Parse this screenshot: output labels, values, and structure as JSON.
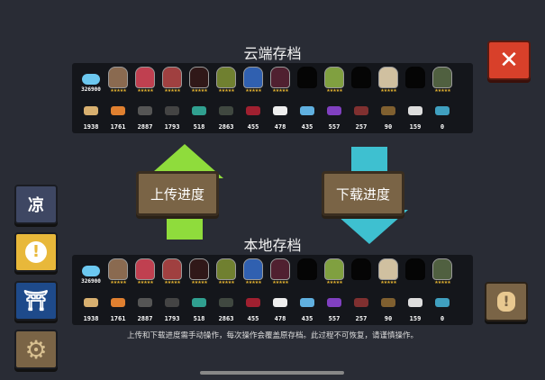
{
  "cloud_title": "云端存档",
  "local_title": "本地存档",
  "upload_label": "上传进度",
  "download_label": "下载进度",
  "notice": "上传和下载进度需手动操作，每次操作会覆盖原存档。此过程不可恢复，请谨慎操作。",
  "side_buttons": [
    {
      "label": "凉",
      "icon": "liang-icon",
      "color": "#3e4763"
    },
    {
      "label": "!",
      "icon": "alert-icon",
      "color": "#e8b83a"
    },
    {
      "label": "",
      "icon": "portal-icon",
      "color": "#1e4a8a"
    },
    {
      "label": "",
      "icon": "gear-icon",
      "color": "#7a6446"
    }
  ],
  "close_icon": "close-icon",
  "right_button_icon": "alert-badge-icon",
  "gems": "326900",
  "characters": [
    {
      "color": "#8a6a50",
      "unlocked": true
    },
    {
      "color": "#c04050",
      "unlocked": true
    },
    {
      "color": "#a04040",
      "unlocked": true
    },
    {
      "color": "#301818",
      "unlocked": true
    },
    {
      "color": "#708030",
      "unlocked": true
    },
    {
      "color": "#3060b0",
      "unlocked": true
    },
    {
      "color": "#502030",
      "unlocked": true
    },
    {
      "color": "#050505",
      "unlocked": false
    },
    {
      "color": "#80a040",
      "unlocked": true
    },
    {
      "color": "#050505",
      "unlocked": false
    },
    {
      "color": "#d0c0a0",
      "unlocked": true
    },
    {
      "color": "#050505",
      "unlocked": false
    },
    {
      "color": "#506040",
      "unlocked": true
    }
  ],
  "materials": [
    {
      "count": "1938",
      "color": "#d8b070"
    },
    {
      "count": "1761",
      "color": "#e08030"
    },
    {
      "count": "2887",
      "color": "#555"
    },
    {
      "count": "1793",
      "color": "#444"
    },
    {
      "count": "518",
      "color": "#30a090"
    },
    {
      "count": "2863",
      "color": "#404840"
    },
    {
      "count": "455",
      "color": "#a02030"
    },
    {
      "count": "478",
      "color": "#eee"
    },
    {
      "count": "435",
      "color": "#60b0e0"
    },
    {
      "count": "557",
      "color": "#8040c0"
    },
    {
      "count": "257",
      "color": "#803030"
    },
    {
      "count": "90",
      "color": "#806030"
    },
    {
      "count": "159",
      "color": "#ddd"
    },
    {
      "count": "0",
      "color": "#40a0c0"
    }
  ],
  "colors": {
    "upload_arrow": "#8fdc3c",
    "download_arrow": "#3ec0d0",
    "close": "#d8402a"
  }
}
